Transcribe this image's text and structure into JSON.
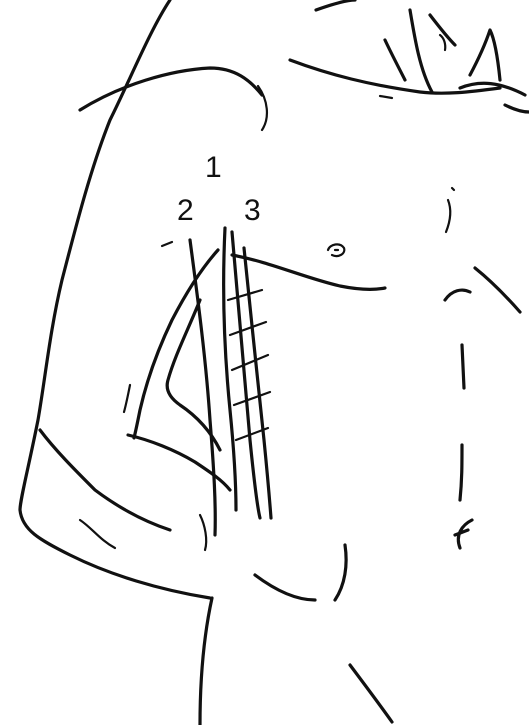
{
  "figure": {
    "labels": {
      "one": "1",
      "two": "2",
      "three": "3"
    }
  },
  "colors": {
    "ink": "#111111",
    "background": "#ffffff"
  }
}
